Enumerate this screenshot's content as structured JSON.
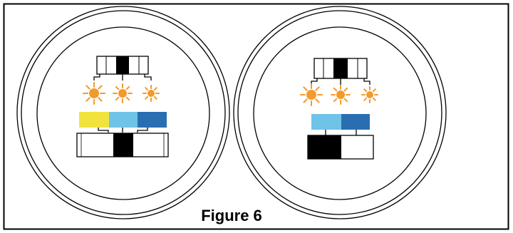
{
  "caption": "Figure 6",
  "colors": {
    "frame": "#000000",
    "sun": "#f39a2c",
    "yellow": "#f2e33c",
    "light_blue": "#6ec3e6",
    "dark_blue": "#2a6eb2",
    "black": "#000000",
    "white": "#ffffff"
  },
  "icons": [
    "sun-icon"
  ],
  "panels": [
    {
      "name": "left-panel",
      "stripes": [
        "yellow",
        "light_blue",
        "dark_blue"
      ],
      "sun_count": 3,
      "bottom_block": [
        "white",
        "black",
        "white"
      ]
    },
    {
      "name": "right-panel",
      "stripes": [
        "light_blue",
        "dark_blue"
      ],
      "sun_count": 3,
      "bottom_block": [
        "black",
        "white"
      ]
    }
  ]
}
